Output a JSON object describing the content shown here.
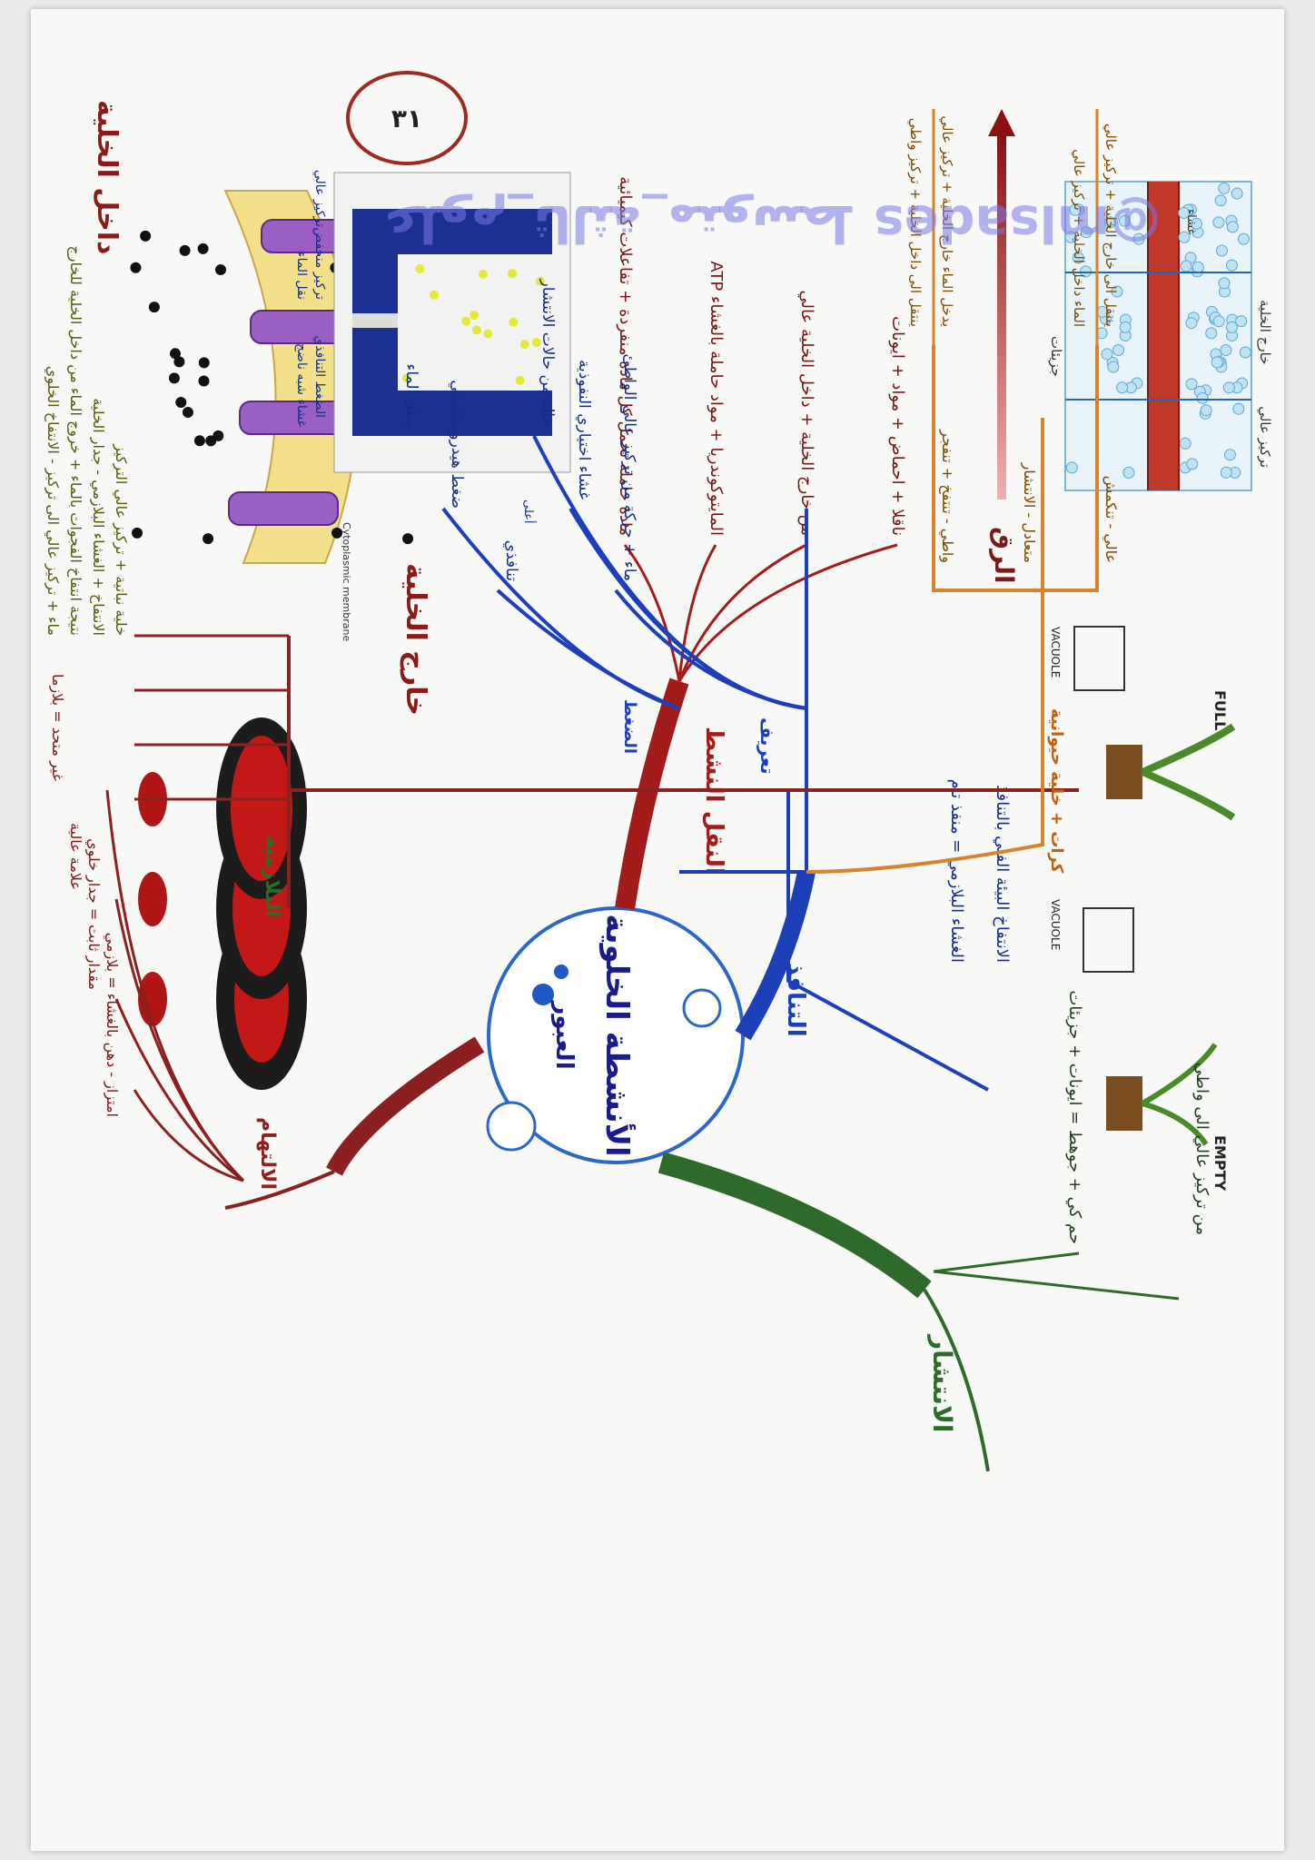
{
  "page_number": "٣١",
  "watermark": "@mlsades علوم_ثالثة_متوسط",
  "center_title": "الأنشطة الخلوية",
  "center_subtitle": "العبور",
  "branches": {
    "diffusion": {
      "title": "الانتشار",
      "items": [
        "حم كي + جوهط = ايونات + جزيئات",
        "من تركيز عالي الى واطي"
      ],
      "figure_label": "الرق",
      "figure_labels": [
        "تركيز عالي",
        "خارج الخلية",
        "جزيئات",
        "غشاء"
      ]
    },
    "active_transport": {
      "title": "النقل النشط",
      "items": [
        "ناقلا + احماض + مواد + ايونات",
        "من خارج الخلية + داخل الخلية عالي",
        "ATP المايتوكوندريا + مواد حاملة بالغشاء",
        "مادة حاملة تحمل كل مادة منفردة + تفاعلات كيميائية"
      ],
      "figure_labels": [
        "خارج الخلية",
        "داخل الخلية",
        "Cytoplasmic membrane"
      ]
    },
    "engulfing": {
      "title": "الالتهام",
      "items": [
        "امتزاز - دهن بالغشاء = بلازمي",
        "مقدار ثابت = جدار خلوي",
        "علامة عالية",
        "غير متحد = بلازما"
      ]
    },
    "osmosis": {
      "title": "التنافذ",
      "plant_states": [
        "EMPTY",
        "VACUOLE",
        "VACUOLE",
        "FULL"
      ],
      "plasmolysis": [
        "الانتفاخ البيئة الفتي بالتنافذ",
        "الغشاء البلازمي = منفذ تام"
      ],
      "definition": "تعريف",
      "definition_items": [
        "ماء + حركة من تركيز عالي الواطئ",
        "غشاء اختياري النفوذية",
        "حالة من حالات الانتشار"
      ],
      "pressure_label": "الضغط",
      "pressure_items": [
        "تنافذي",
        "ضغط هيدروستاتيكي",
        "ينقل الماء"
      ],
      "arrow_label": "أعلى",
      "figure_labels": [
        "الضغط التنافذي",
        "تركيز منخفض",
        "تركيز عالي",
        "غشاء شبه ناضج",
        "نقل الماء"
      ]
    },
    "plant_cell": {
      "title": "البلازمية",
      "items": [
        "خلية نباتية + تركيز عالي التركيز",
        "الانتفاخ + الغشاء البلازمي - جدار الخلية",
        "نتيجة انتفاخ الفجوات بالماء + خروج الماء من داخل الخلية للخارج",
        "ماء + تركيز عالي الى تركيز - الانتفاخ الخلوي"
      ]
    },
    "animal_cell": {
      "title": "كرات + خلية حيوانية",
      "sub1": "عالي - تنكمش",
      "sub1_items": [
        "ينتقل الى خارج الخلية + تركيز عالي",
        "الماء داخل الخلية + تركيز عالي"
      ],
      "sub2": "متعادل - الانتشار",
      "sub3": "واطي - تنتفخ + تنفجر",
      "sub3_items": [
        "يدخل الماء خارج الخلية + تركيز عالي",
        "ينتقل الى داخل الخلية + تركيز واطي"
      ]
    }
  },
  "colors": {
    "diffusion": "#2e6b2a",
    "active": "#a31c1c",
    "engulf": "#8c1f1f",
    "osmosis": "#1d3fb8",
    "plant": "#8a2222",
    "animal": "#d9822b"
  }
}
